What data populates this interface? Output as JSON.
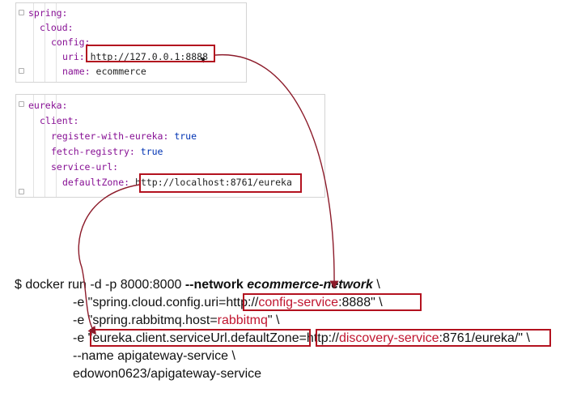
{
  "config_panel": {
    "lines": [
      {
        "key": "spring:",
        "value": ""
      },
      {
        "key": "cloud:",
        "value": ""
      },
      {
        "key": "config:",
        "value": ""
      },
      {
        "key": "uri: ",
        "value": "http://127.0.0.1:8888"
      },
      {
        "key": "name: ",
        "value": "ecommerce"
      }
    ]
  },
  "eureka_panel": {
    "lines": [
      {
        "key": "eureka:",
        "value": ""
      },
      {
        "key": "client:",
        "value": ""
      },
      {
        "key": "register-with-eureka: ",
        "value": "true"
      },
      {
        "key": "fetch-registry: ",
        "value": "true"
      },
      {
        "key": "service-url:",
        "value": ""
      },
      {
        "key": "defaultZone: ",
        "value": "http://localhost:8761/eureka"
      }
    ]
  },
  "command": {
    "line1_prefix": "$ docker run -d -p 8000:8000 ",
    "line1_flag": "--network ",
    "line1_network": "ecommerce-network",
    "line1_suffix": " \\",
    "line2_prefix": "-e \"spring.cloud.config.uri=http://",
    "line2_host": "config-service",
    "line2_suffix": ":8888\" \\",
    "line3_prefix": "-e \"spring.rabbitmq.host=",
    "line3_host": "rabbitmq",
    "line3_suffix": "\" \\",
    "line4_prefix": "-e \"eureka.client.serviceUrl.defaultZone=http://",
    "line4_host": "discovery-service",
    "line4_suffix": ":8761/eureka/\" \\",
    "line5": "--name apigateway-service \\",
    "line6": "edowon0623/apigateway-service"
  },
  "colors": {
    "annotation_red": "#b3121f",
    "highlight_text": "#c0152f",
    "yaml_key": "#871094",
    "yaml_bool": "#0033b3"
  }
}
